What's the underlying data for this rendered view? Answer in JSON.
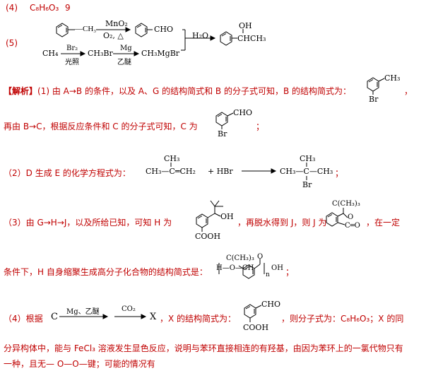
{
  "section4_top": {
    "num": "(4)",
    "formula": "C₈H₆O₃",
    "count": "9"
  },
  "section5": {
    "num": "(5)",
    "reagent1_top": "MnO₂",
    "reagent1_bottom": "O₂, △",
    "product1_group": "CHO",
    "reagent_h2o": "H₂O",
    "final_oh": "OH",
    "final_ch3": "CHCH₃",
    "ch4": "CH₄",
    "br2": "Br₂",
    "light": "光照",
    "ch3br": "CH₃Br",
    "mg": "Mg",
    "ether": "乙醚",
    "ch3mgbr": "CH₃MgBr"
  },
  "analysis": {
    "tag": "【解析】",
    "line1": "(1) 由 A→B 的条件，以及 A、G 的结构简式和 B 的分子式可知，B 的结构简式为：",
    "line1_end": "，",
    "b_ch3": "CH₃",
    "b_br": "Br",
    "line2": "再由 B→C，根据反应条件和 C 的分子式可知，C 为",
    "line2_end": "；",
    "c_cho": "CHO",
    "c_br": "Br"
  },
  "section2": {
    "text": "（2）D 生成 E 的化学方程式为：",
    "ch3_top": "CH₃",
    "left_main": "CH₃—C═CH₂",
    "plus": "+ HBr",
    "ch3_top2": "CH₃",
    "right_main": "CH₃—C—CH₃",
    "br": "Br",
    "end": "；"
  },
  "section3": {
    "text1": "（3）由 G→H→J，以及所给已知，可知 H 为",
    "oh": "OH",
    "cooh": "COOH",
    "text2": "，再脱水得到 J，则 J 为",
    "j_top": "C(CH₃)₃",
    "j_o": "O",
    "j_co": "C═O",
    "text3": "，在一定",
    "line2": "条件下，H 自身缩聚生成高分子化合物的结构简式是：",
    "poly_top": "C(CH₃)₃",
    "poly_left": "H—O—CH",
    "poly_o": "O",
    "poly_n": "n",
    "poly_oh": "OH",
    "end": "；"
  },
  "section4": {
    "text1": "（4）根据",
    "c": "C",
    "cond1": "Mg、乙醚",
    "cond2": "CO₂",
    "x": "X",
    "text2": "，X 的结构简式为：",
    "cho": "CHO",
    "cooh": "COOH",
    "text3": "，则分子式为：C₈H₆O₃；X 的同",
    "line2": "分异构体中，能与 FeCl₃ 溶液发生显色反应，说明与苯环直接相连的有羟基，由因为苯环上的一氯代物只有",
    "line3": "一种，且无— O—O—键；可能的情况有"
  }
}
